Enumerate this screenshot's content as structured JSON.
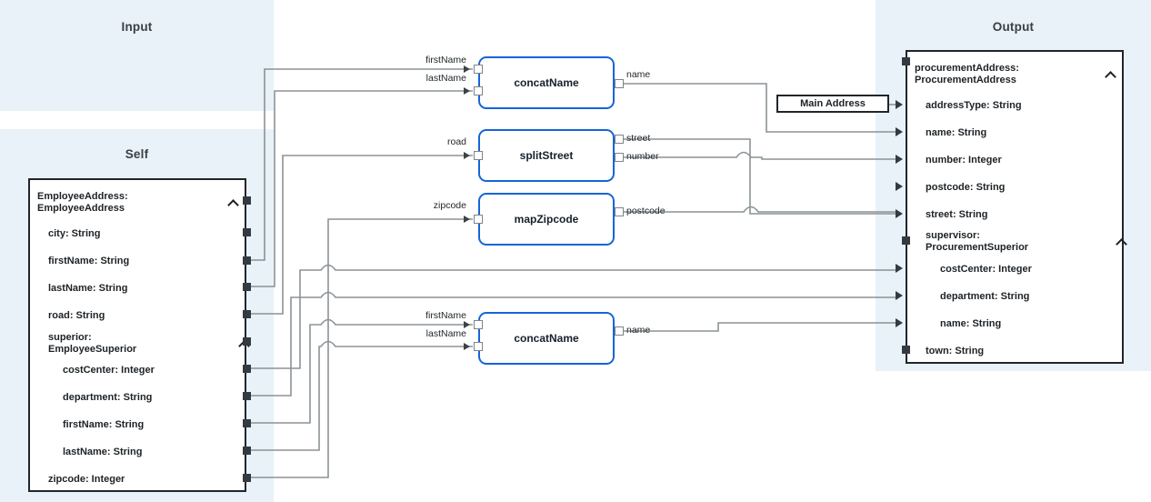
{
  "panels": {
    "input": {
      "title": "Input"
    },
    "self": {
      "title": "Self"
    },
    "output": {
      "title": "Output"
    }
  },
  "colors": {
    "lane_bg": "#e8f2f8",
    "node_border": "#1565d8",
    "schema_border": "#20262b",
    "wire": "#8c9296",
    "text": "#1d2226"
  },
  "self_schema": {
    "root": {
      "label": "EmployeeAddress:",
      "label2": "EmployeeAddress",
      "collapse_icon": "chevron-up-icon"
    },
    "fields": [
      {
        "label": "city: String",
        "indent": 1,
        "port": "square"
      },
      {
        "label": "firstName: String",
        "indent": 1,
        "port": "square"
      },
      {
        "label": "lastName: String",
        "indent": 1,
        "port": "square"
      },
      {
        "label": "road: String",
        "indent": 1,
        "port": "square"
      },
      {
        "label": "superior:",
        "label2": "EmployeeSuperior",
        "indent": 1,
        "port": "square",
        "collapse_icon": "chevron-up-icon"
      },
      {
        "label": "costCenter: Integer",
        "indent": 2,
        "port": "square"
      },
      {
        "label": "department: String",
        "indent": 2,
        "port": "square"
      },
      {
        "label": "firstName: String",
        "indent": 2,
        "port": "square"
      },
      {
        "label": "lastName: String",
        "indent": 2,
        "port": "square"
      },
      {
        "label": "zipcode: Integer",
        "indent": 1,
        "port": "square"
      }
    ]
  },
  "output_schema": {
    "root": {
      "label": "procurementAddress:",
      "label2": "ProcurementAddress",
      "collapse_icon": "chevron-up-icon"
    },
    "fields": [
      {
        "label": "addressType: String",
        "indent": 1,
        "port": "arrow"
      },
      {
        "label": "name: String",
        "indent": 1,
        "port": "arrow"
      },
      {
        "label": "number: Integer",
        "indent": 1,
        "port": "arrow"
      },
      {
        "label": "postcode: String",
        "indent": 1,
        "port": "arrow"
      },
      {
        "label": "street: String",
        "indent": 1,
        "port": "arrow"
      },
      {
        "label": "supervisor:",
        "label2": "ProcurementSuperior",
        "indent": 1,
        "port": "square",
        "collapse_icon": "chevron-up-icon"
      },
      {
        "label": "costCenter: Integer",
        "indent": 2,
        "port": "arrow"
      },
      {
        "label": "department: String",
        "indent": 2,
        "port": "arrow"
      },
      {
        "label": "name: String",
        "indent": 2,
        "port": "arrow"
      },
      {
        "label": "town: String",
        "indent": 1,
        "port": "square"
      }
    ]
  },
  "nodes": [
    {
      "id": "concatName1",
      "label": "concatName",
      "inputs": [
        "firstName",
        "lastName"
      ],
      "outputs": [
        "name"
      ]
    },
    {
      "id": "splitStreet",
      "label": "splitStreet",
      "inputs": [
        "road"
      ],
      "outputs": [
        "street",
        "number"
      ]
    },
    {
      "id": "mapZipcode",
      "label": "mapZipcode",
      "inputs": [
        "zipcode"
      ],
      "outputs": [
        "postcode"
      ]
    },
    {
      "id": "concatName2",
      "label": "concatName",
      "inputs": [
        "firstName",
        "lastName"
      ],
      "outputs": [
        "name"
      ]
    }
  ],
  "constants": [
    {
      "id": "main-address",
      "label": "Main Address"
    }
  ]
}
